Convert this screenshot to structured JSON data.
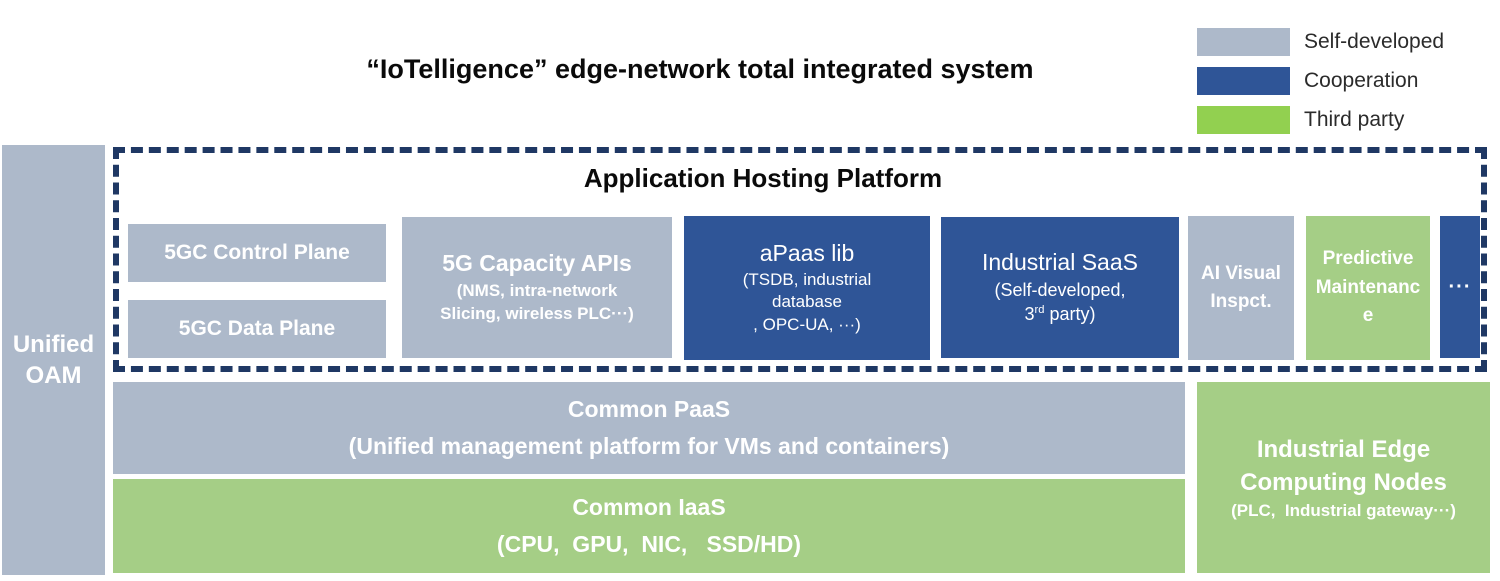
{
  "title": "“IoTelligence” edge-network total integrated system",
  "colors": {
    "self_developed": "#ADB9CA",
    "cooperation": "#2F5597",
    "third_party_legend": "#92D050",
    "third_party_box": "#A5CE86",
    "dashed_border": "#1F3864"
  },
  "legend": {
    "items": [
      {
        "label": "Self-developed",
        "color": "#ADB9CA"
      },
      {
        "label": "Cooperation",
        "color": "#2F5597"
      },
      {
        "label": "Third party",
        "color": "#92D050"
      }
    ]
  },
  "unified_oam": {
    "label": "Unified OAM"
  },
  "application_platform": {
    "title": "Application Hosting Platform",
    "boxes": {
      "control_plane": {
        "label": "5GC Control Plane"
      },
      "data_plane": {
        "label": "5GC Data Plane"
      },
      "capacity_apis": {
        "title": "5G Capacity APIs",
        "subtitle": "(NMS, intra-network\nSlicing, wireless PLC···)"
      },
      "apaas_lib": {
        "title": "aPaas lib",
        "subtitle": "(TSDB, industrial\ndatabase\n, OPC-UA, ···)"
      },
      "industrial_saas": {
        "title": "Industrial SaaS",
        "sub_line1": "(Self-developed,",
        "sub_line2_num": "3",
        "sub_line2_sup": "rd",
        "sub_line2_rest": " party)"
      },
      "ai_visual": {
        "label": "AI Visual Inspct."
      },
      "predictive": {
        "label": "Predictive Maintenance"
      },
      "more": {
        "label": "···"
      }
    }
  },
  "common_paas": {
    "title": "Common PaaS",
    "subtitle": "(Unified management platform for VMs and containers)"
  },
  "common_iaas": {
    "title": "Common IaaS",
    "subtitle": "(CPU,  GPU,  NIC,   SSD/HD)"
  },
  "edge_nodes": {
    "title": "Industrial Edge\nComputing Nodes",
    "subtitle": "(PLC,  Industrial gateway···)"
  }
}
